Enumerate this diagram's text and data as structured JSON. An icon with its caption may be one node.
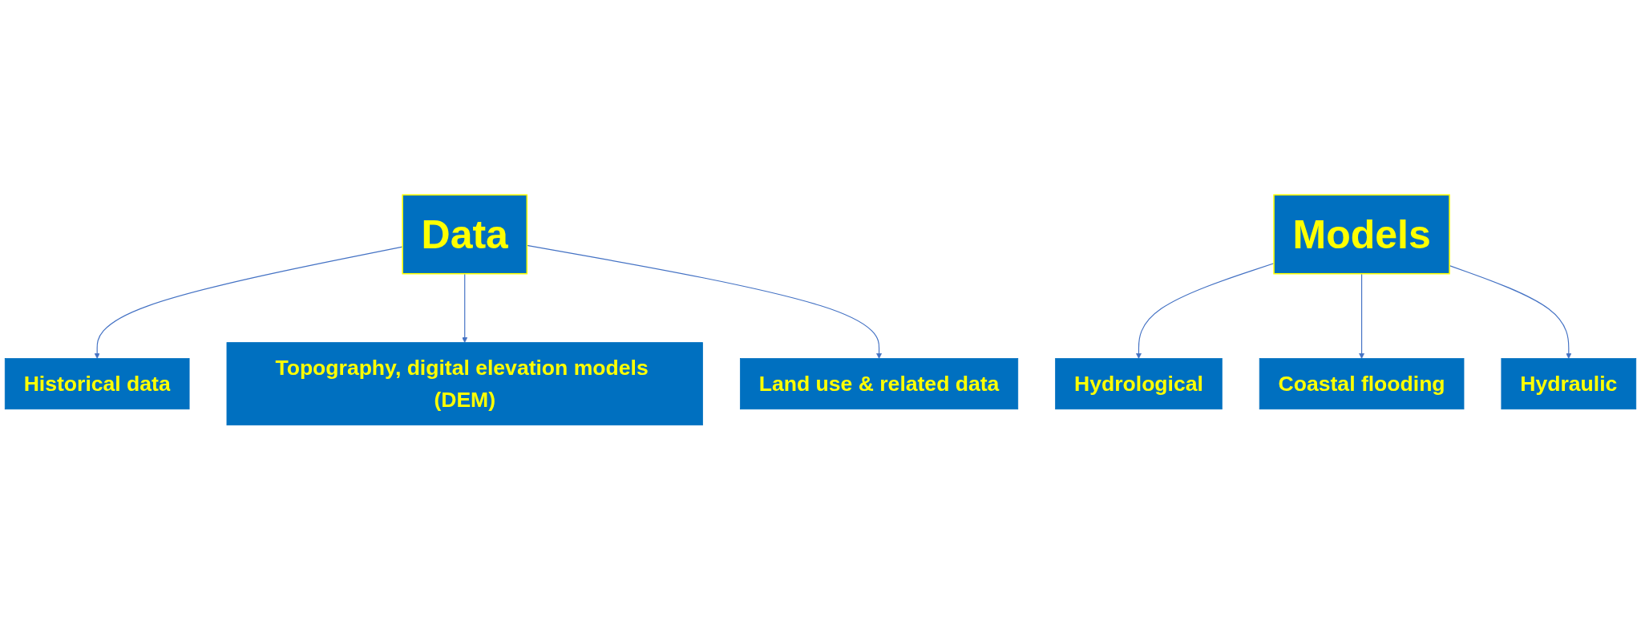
{
  "diagram": {
    "nodes": [
      {
        "text": [
          "Data"
        ]
      },
      {
        "text": [
          "Historical data"
        ]
      },
      {
        "text": [
          "Land use & related data"
        ]
      },
      {
        "text": [
          "Topography, digital elevation models (DEM)"
        ]
      },
      {
        "text": [
          "Models"
        ]
      },
      {
        "text": [
          "Hydrological"
        ]
      },
      {
        "text": [
          "Hydraulic"
        ]
      },
      {
        "text": [
          "Coastal flooding"
        ]
      }
    ],
    "edges": [
      {
        "from": 0,
        "to": 1,
        "arrow": "to"
      },
      {
        "from": 0,
        "to": 3,
        "arrow": "to"
      },
      {
        "from": 0,
        "to": 2,
        "arrow": "to"
      },
      {
        "from": 4,
        "to": 5,
        "arrow": "to"
      },
      {
        "from": 4,
        "to": 7,
        "arrow": "to"
      },
      {
        "from": 4,
        "to": 6,
        "arrow": "to"
      }
    ]
  }
}
